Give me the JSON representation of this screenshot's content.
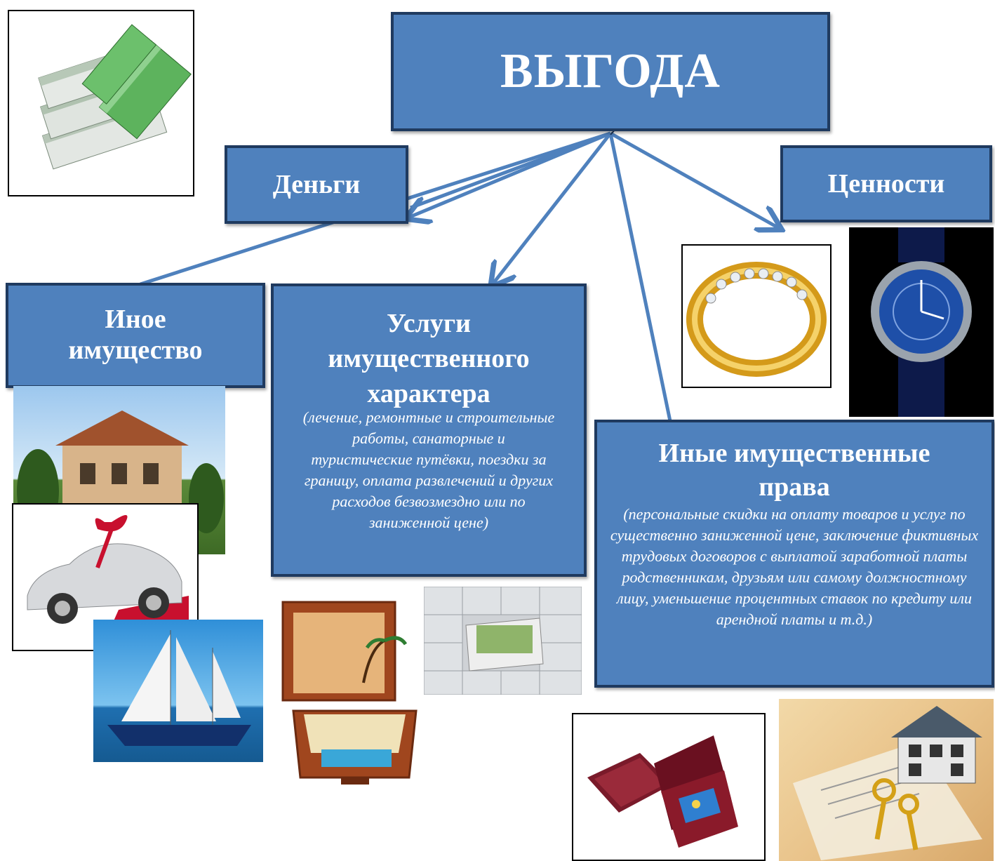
{
  "title": "ВЫГОДА",
  "categories": {
    "money": "Деньги",
    "valuables": "Ценности",
    "other_property": "Иное имущество",
    "services": {
      "title": "Услуги имущественного характера",
      "description": "(лечение, ремонтные и строительные работы, санаторные и туристические путёвки, поездки за границу, оплата развлечений и других расходов безвозмездно или по заниженной цене)"
    },
    "rights": {
      "title": "Иные имущественные права",
      "description": "(персональные скидки на оплату товаров и услуг по существенно заниженной цене, заключение фиктивных трудовых договоров с выплатой заработной платы родственникам, друзьям или самому должностному лицу, уменьшение процентных ставок по кредиту или арендной платы и т.д.)"
    }
  },
  "colors": {
    "box_fill": "#4f81bd",
    "box_border": "#1f3a5f",
    "arrow": "#4f81bd",
    "text": "#ffffff"
  },
  "images": [
    "money-stack",
    "diamond-ring",
    "wrist-watch",
    "house",
    "car-with-bow",
    "sailing-yacht",
    "travel-suitcase",
    "safe-deposit-drawer",
    "gift-box-with-card",
    "house-and-keys"
  ]
}
